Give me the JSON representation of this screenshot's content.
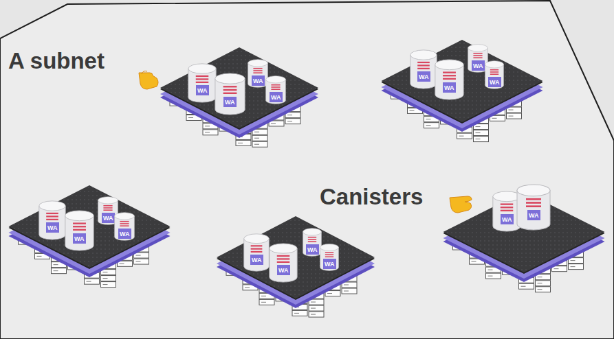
{
  "diagram": {
    "nodes": [
      {
        "text": [
          "WA"
        ]
      },
      {
        "text": [
          "WA"
        ]
      },
      {
        "text": [
          "WA"
        ]
      },
      {
        "text": [
          "WA"
        ]
      },
      {
        "text": [
          "WA"
        ]
      },
      {
        "text": [
          "WA"
        ]
      },
      {
        "text": [
          "WA"
        ]
      },
      {
        "text": [
          "WA"
        ]
      },
      {
        "text": [
          "WA"
        ]
      },
      {
        "text": [
          "WA"
        ]
      },
      {
        "text": [
          "WA"
        ]
      },
      {
        "text": [
          "WA"
        ]
      },
      {
        "text": [
          "WA"
        ]
      },
      {
        "text": [
          "WA"
        ]
      },
      {
        "text": [
          "WA"
        ]
      },
      {
        "text": [
          "WA"
        ]
      },
      {
        "text": [
          "WA"
        ]
      },
      {
        "text": [
          "WA"
        ]
      }
    ],
    "labels": [
      "A subnet",
      "Canisters"
    ]
  }
}
